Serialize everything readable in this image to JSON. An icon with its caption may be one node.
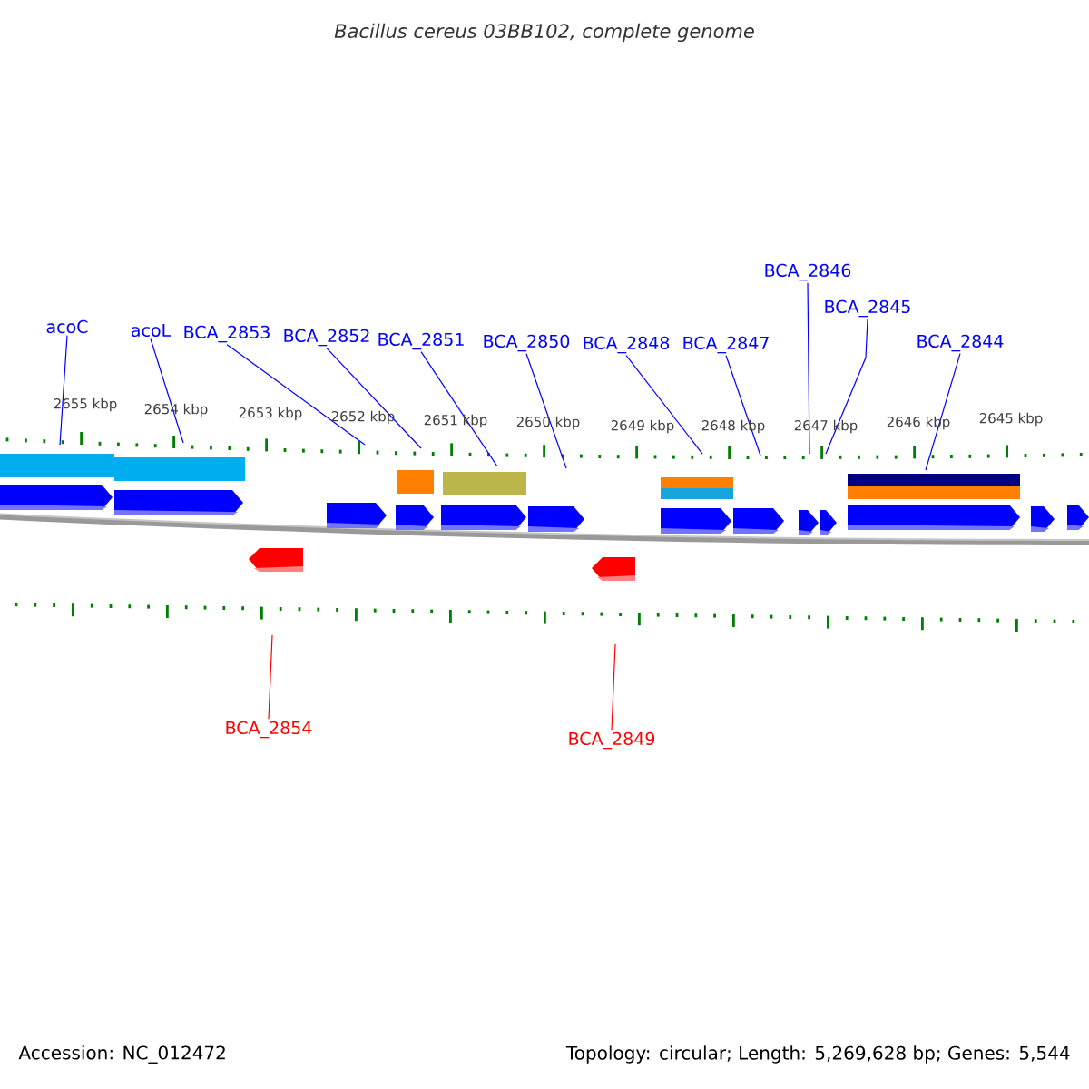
{
  "diagram": {
    "title": "Bacillus cereus 03BB102, complete genome",
    "nodes": [
      {
        "text": [
          "acoC"
        ]
      },
      {
        "text": [
          "acoL"
        ]
      },
      {
        "text": [
          "BCA_2853"
        ]
      },
      {
        "text": [
          "BCA_2852"
        ]
      },
      {
        "text": [
          "BCA_2851"
        ]
      },
      {
        "text": [
          "BCA_2850"
        ]
      },
      {
        "text": [
          "BCA_2848"
        ]
      },
      {
        "text": [
          "BCA_2847"
        ]
      },
      {
        "text": [
          "BCA_2846"
        ]
      },
      {
        "text": [
          "BCA_2845"
        ]
      },
      {
        "text": [
          "BCA_2844"
        ]
      },
      {
        "text": [
          "BCA_2854"
        ]
      },
      {
        "text": [
          "BCA_2849"
        ]
      }
    ],
    "edges": [
      {
        "from": 0,
        "to": null,
        "arrow": "none"
      },
      {
        "from": 1,
        "to": null,
        "arrow": "none"
      },
      {
        "from": 2,
        "to": null,
        "arrow": "none"
      },
      {
        "from": 3,
        "to": null,
        "arrow": "none"
      },
      {
        "from": 4,
        "to": null,
        "arrow": "none"
      },
      {
        "from": 5,
        "to": null,
        "arrow": "none"
      },
      {
        "from": 6,
        "to": null,
        "arrow": "none"
      },
      {
        "from": 7,
        "to": null,
        "arrow": "none"
      },
      {
        "from": 8,
        "to": null,
        "arrow": "none"
      },
      {
        "from": 9,
        "to": null,
        "arrow": "none"
      },
      {
        "from": 10,
        "to": null,
        "arrow": "none"
      },
      {
        "from": 11,
        "to": null,
        "arrow": "none",
        "color": "#ff0000"
      },
      {
        "from": 12,
        "to": null,
        "arrow": "none",
        "color": "#ff0000"
      }
    ],
    "labels": [
      "2655 kbp",
      "2654 kbp",
      "2653 kbp",
      "2652 kbp",
      "2651 kbp",
      "2650 kbp",
      "2649 kbp",
      "2648 kbp",
      "2647 kbp",
      "2646 kbp",
      "2645 kbp",
      "Accession: NC_012472",
      "Topology: circular; Length: 5,269,628 bp; Genes: 5,544"
    ]
  }
}
